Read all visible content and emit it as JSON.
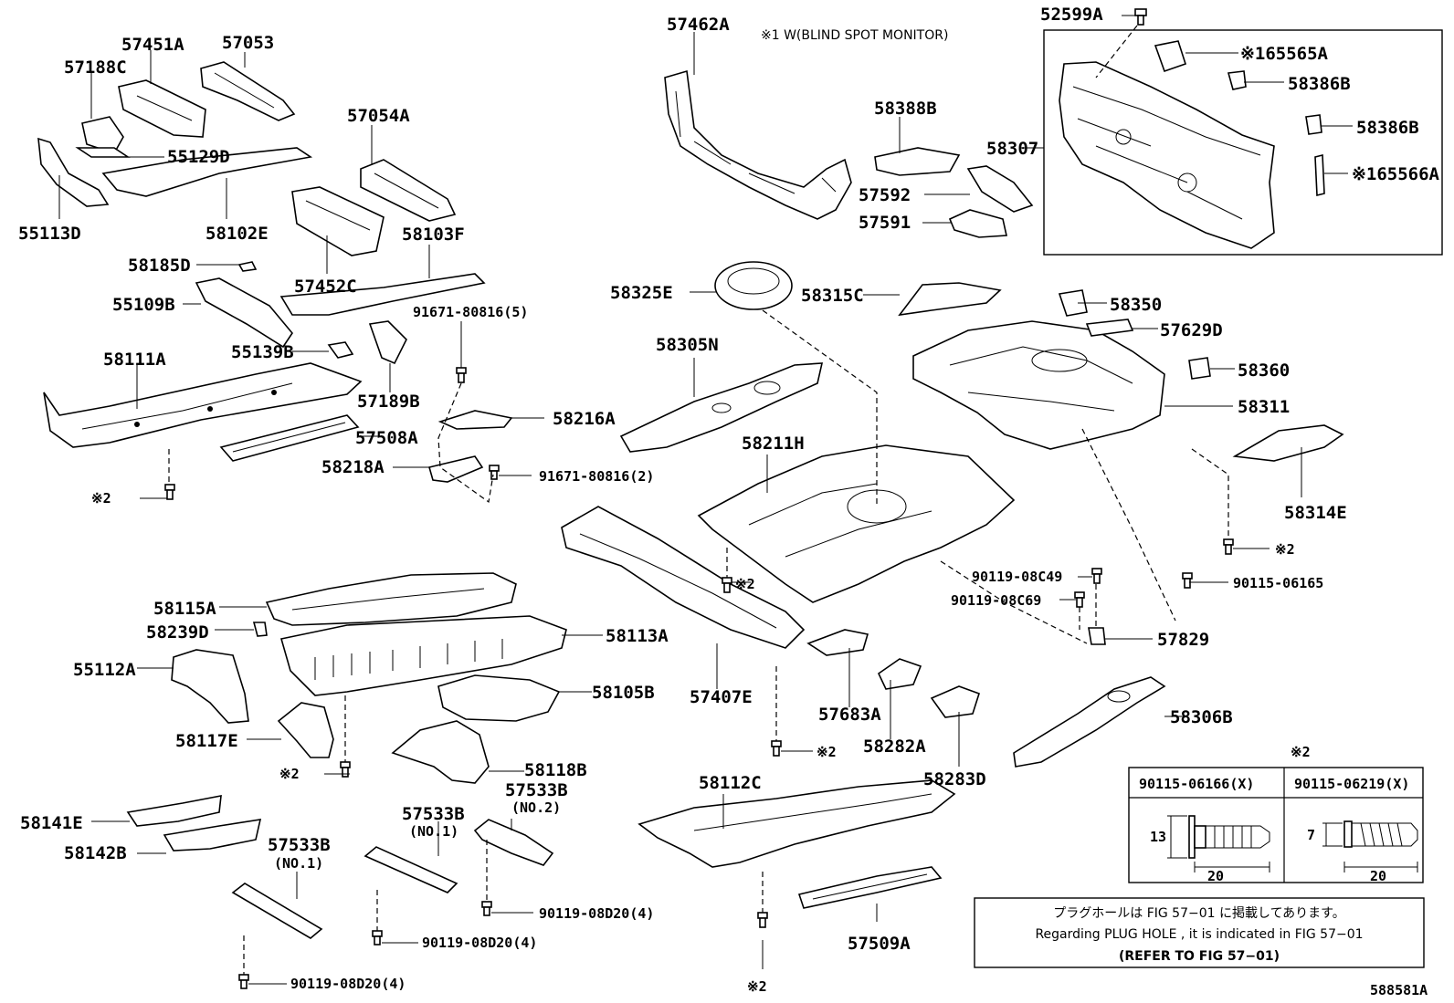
{
  "labels": {
    "l57462A": "57462A",
    "bsm_note": "※1 W(BLIND SPOT MONITOR)",
    "l52599A": "52599A",
    "l65565A": "※165565A",
    "l58386B_1": "58386B",
    "l58386B_2": "58386B",
    "l65566A": "※165566A",
    "l58307": "58307",
    "l57451A": "57451A",
    "l57053": "57053",
    "l57188C": "57188C",
    "l57054A": "57054A",
    "l55129D": "55129D",
    "l55113D": "55113D",
    "l58102E": "58102E",
    "l58388B": "58388B",
    "l57592": "57592",
    "l57591": "57591",
    "l58103F": "58103F",
    "l57452C": "57452C",
    "l58185D": "58185D",
    "l55109B": "55109B",
    "l91671_5": "91671-80816(5)",
    "l55139B": "55139B",
    "l57189B": "57189B",
    "l58111A": "58111A",
    "l58325E": "58325E",
    "l58315C": "58315C",
    "l58350": "58350",
    "l57629D": "57629D",
    "l58360": "58360",
    "l58311": "58311",
    "l58305N": "58305N",
    "l58216A": "58216A",
    "l57508A": "57508A",
    "l58218A": "58218A",
    "l91671_2": "91671-80816(2)",
    "l58211H": "58211H",
    "l58314E": "58314E",
    "s2_a": "※2",
    "s2_b": "※2",
    "s2_c": "※2",
    "s2_d": "※2",
    "s2_e": "※2",
    "s2_f": "※2",
    "l90119_08C49": "90119-08C49",
    "l90119_08C69": "90119-08C69",
    "l90115_06165": "90115-06165",
    "l57829": "57829",
    "l58115A": "58115A",
    "l58239D": "58239D",
    "l58113A": "58113A",
    "l55112A": "55112A",
    "l57407E": "57407E",
    "l58105B": "58105B",
    "l57683A": "57683A",
    "l58306B": "58306B",
    "l58117E": "58117E",
    "l58282A": "58282A",
    "l58118B": "58118B",
    "l58283D": "58283D",
    "l57533B_top": "57533B",
    "l57533B_no2": "(NO.2)",
    "l58112C": "58112C",
    "l58141E": "58141E",
    "l57533B_mid": "57533B",
    "l57533B_mid_no1": "(NO.1)",
    "l58142B": "58142B",
    "l57533B_left": "57533B",
    "l57533B_left_no1": "(NO.1)",
    "l90119_08D20_a": "90119-08D20(4)",
    "l90119_08D20_b": "90119-08D20(4)",
    "l90119_08D20_c": "90119-08D20(4)",
    "l57509A": "57509A",
    "diagram_id": "588581A"
  },
  "fastener_table": {
    "marker": "※2",
    "col1_header": "90115-06166(X)",
    "col2_header": "90115-06219(X)",
    "col1_height": "13",
    "col1_length": "20",
    "col2_height": "7",
    "col2_length": "20"
  },
  "note_box": {
    "line1": "プラグホールは FIG 57−01 に掲載してあります。",
    "line2": "Regarding PLUG HOLE , it is indicated in FIG 57−01",
    "line3": "(REFER TO FIG 57−01)"
  }
}
